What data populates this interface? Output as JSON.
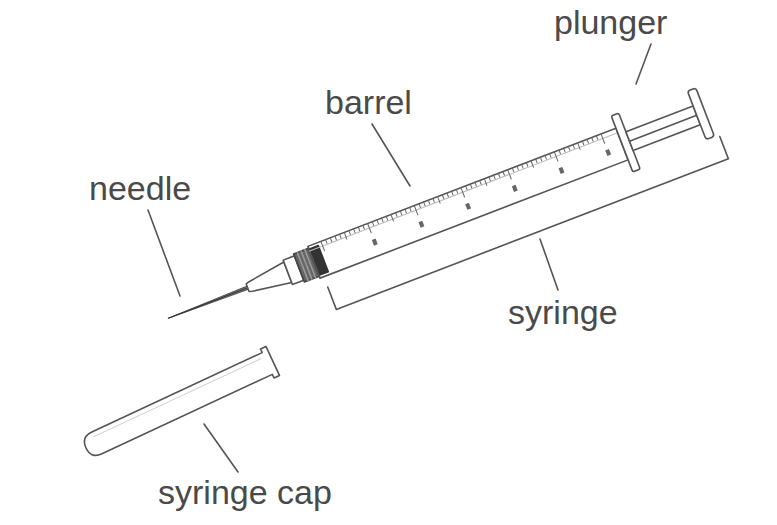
{
  "diagram": {
    "labels": [
      "plunger",
      "barrel",
      "needle",
      "syringe",
      "syringe cap"
    ]
  }
}
